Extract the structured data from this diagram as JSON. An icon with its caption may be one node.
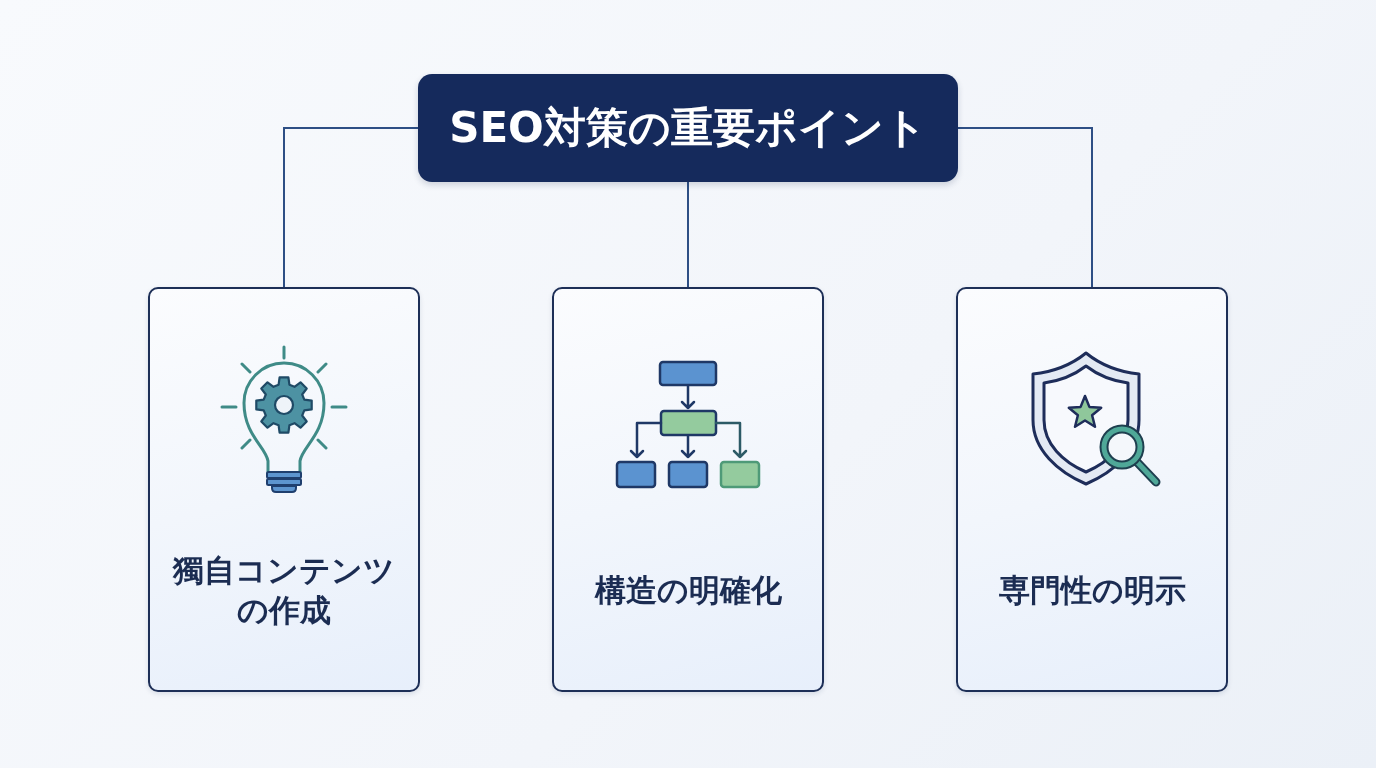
{
  "diagram": {
    "nodes": [
      {
        "text": [
          "SEO対策の重要ポイント"
        ]
      },
      {
        "text": [
          "獨自コンテンツの作成"
        ]
      },
      {
        "text": [
          "構造の明確化"
        ]
      },
      {
        "text": [
          "専門性の明示"
        ]
      }
    ],
    "edges": [
      {
        "from": 0,
        "to": 1,
        "arrow": "none"
      },
      {
        "from": 0,
        "to": 2,
        "arrow": "none"
      },
      {
        "from": 0,
        "to": 3,
        "arrow": "none"
      }
    ]
  }
}
